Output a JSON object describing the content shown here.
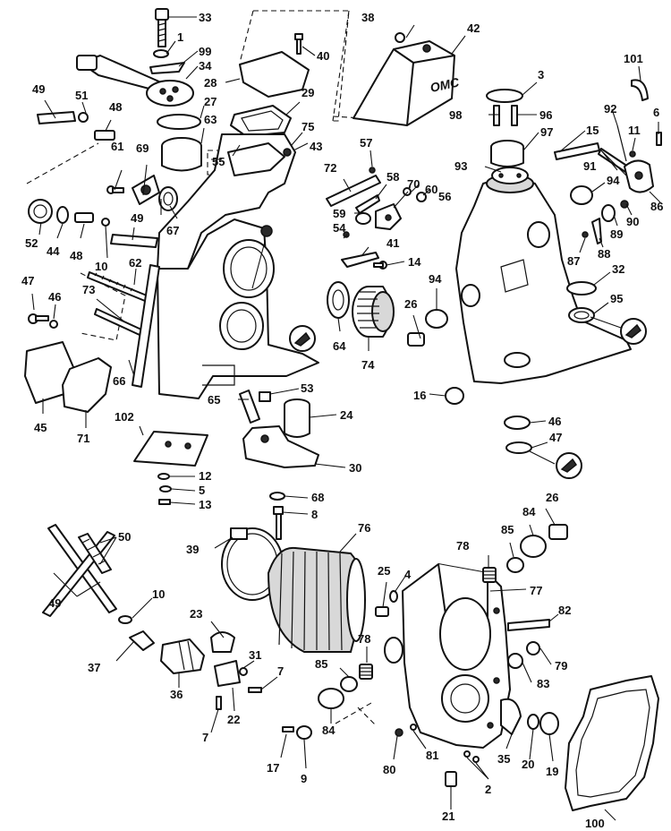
{
  "figure": {
    "callouts": {
      "c1": "1",
      "c2": "2",
      "c3": "3",
      "c4": "4",
      "c5": "5",
      "c6": "6",
      "c7a": "7",
      "c7b": "7",
      "c8": "8",
      "c9": "9",
      "c10a": "10",
      "c10b": "10",
      "c11": "11",
      "c12": "12",
      "c13": "13",
      "c14": "14",
      "c15": "15",
      "c16": "16",
      "c17": "17",
      "c19": "19",
      "c20": "20",
      "c21": "21",
      "c22": "22",
      "c23": "23",
      "c24": "24",
      "c25": "25",
      "c26a": "26",
      "c26b": "26",
      "c27": "27",
      "c28": "28",
      "c29": "29",
      "c30": "30",
      "c31": "31",
      "c32": "32",
      "c33": "33",
      "c34": "34",
      "c35": "35",
      "c36": "36",
      "c37": "37",
      "c38": "38",
      "c39": "39",
      "c40": "40",
      "c41": "41",
      "c42": "42",
      "c43": "43",
      "c44": "44",
      "c45": "45",
      "c46a": "46",
      "c46b": "46",
      "c47a": "47",
      "c47b": "47",
      "c48a": "48",
      "c48b": "48",
      "c49a": "49",
      "c49b": "49",
      "c49c": "49",
      "c50": "50",
      "c51": "51",
      "c52": "52",
      "c53": "53",
      "c54": "54",
      "c55": "55",
      "c56": "56",
      "c57": "57",
      "c58": "58",
      "c59": "59",
      "c60": "60",
      "c61": "61",
      "c62": "62",
      "c63": "63",
      "c64": "64",
      "c65": "65",
      "c66": "66",
      "c67": "67",
      "c68": "68",
      "c69": "69",
      "c70": "70",
      "c71": "71",
      "c72": "72",
      "c73": "73",
      "c74": "74",
      "c75": "75",
      "c76": "76",
      "c77": "77",
      "c78a": "78",
      "c78b": "78",
      "c79": "79",
      "c80": "80",
      "c81": "81",
      "c82": "82",
      "c83": "83",
      "c84a": "84",
      "c84b": "84",
      "c85a": "85",
      "c85b": "85",
      "c86": "86",
      "c87": "87",
      "c88": "88",
      "c89": "89",
      "c90": "90",
      "c91": "91",
      "c92": "92",
      "c93": "93",
      "c94a": "94",
      "c94b": "94",
      "c95": "95",
      "c96": "96",
      "c97": "97",
      "c98": "98",
      "c99": "99",
      "c100": "100",
      "c101": "101",
      "c102": "102"
    },
    "logo_text": "OMC"
  }
}
